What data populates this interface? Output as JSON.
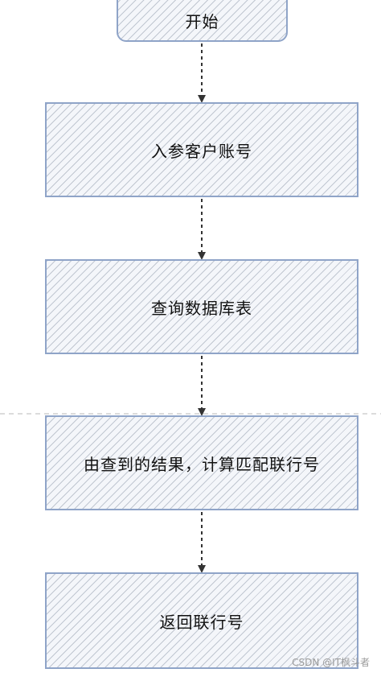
{
  "flowchart": {
    "start": "开始",
    "steps": [
      "入参客户账号",
      "查询数据库表",
      "由查到的结果，计算匹配联行号",
      "返回联行号"
    ]
  },
  "watermark": "CSDN @IT枫斗者",
  "colors": {
    "box_border": "#8fa4c8",
    "hatch": "#96a0af",
    "arrow": "#333333"
  }
}
